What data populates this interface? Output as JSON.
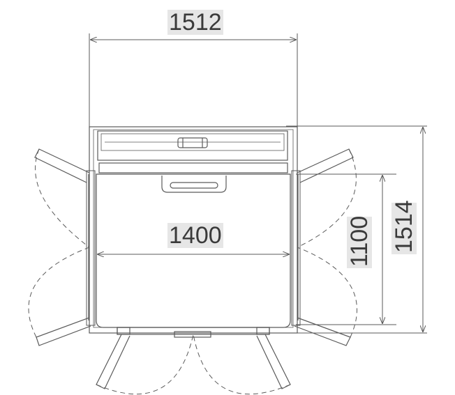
{
  "dimensions": {
    "top_width": "1512",
    "inner_width": "1400",
    "inner_height": "1100",
    "outer_height": "1514"
  },
  "colors": {
    "line": "#5a5a5a",
    "label_bg": "#e6e6e6",
    "text": "#3a3a3a"
  }
}
